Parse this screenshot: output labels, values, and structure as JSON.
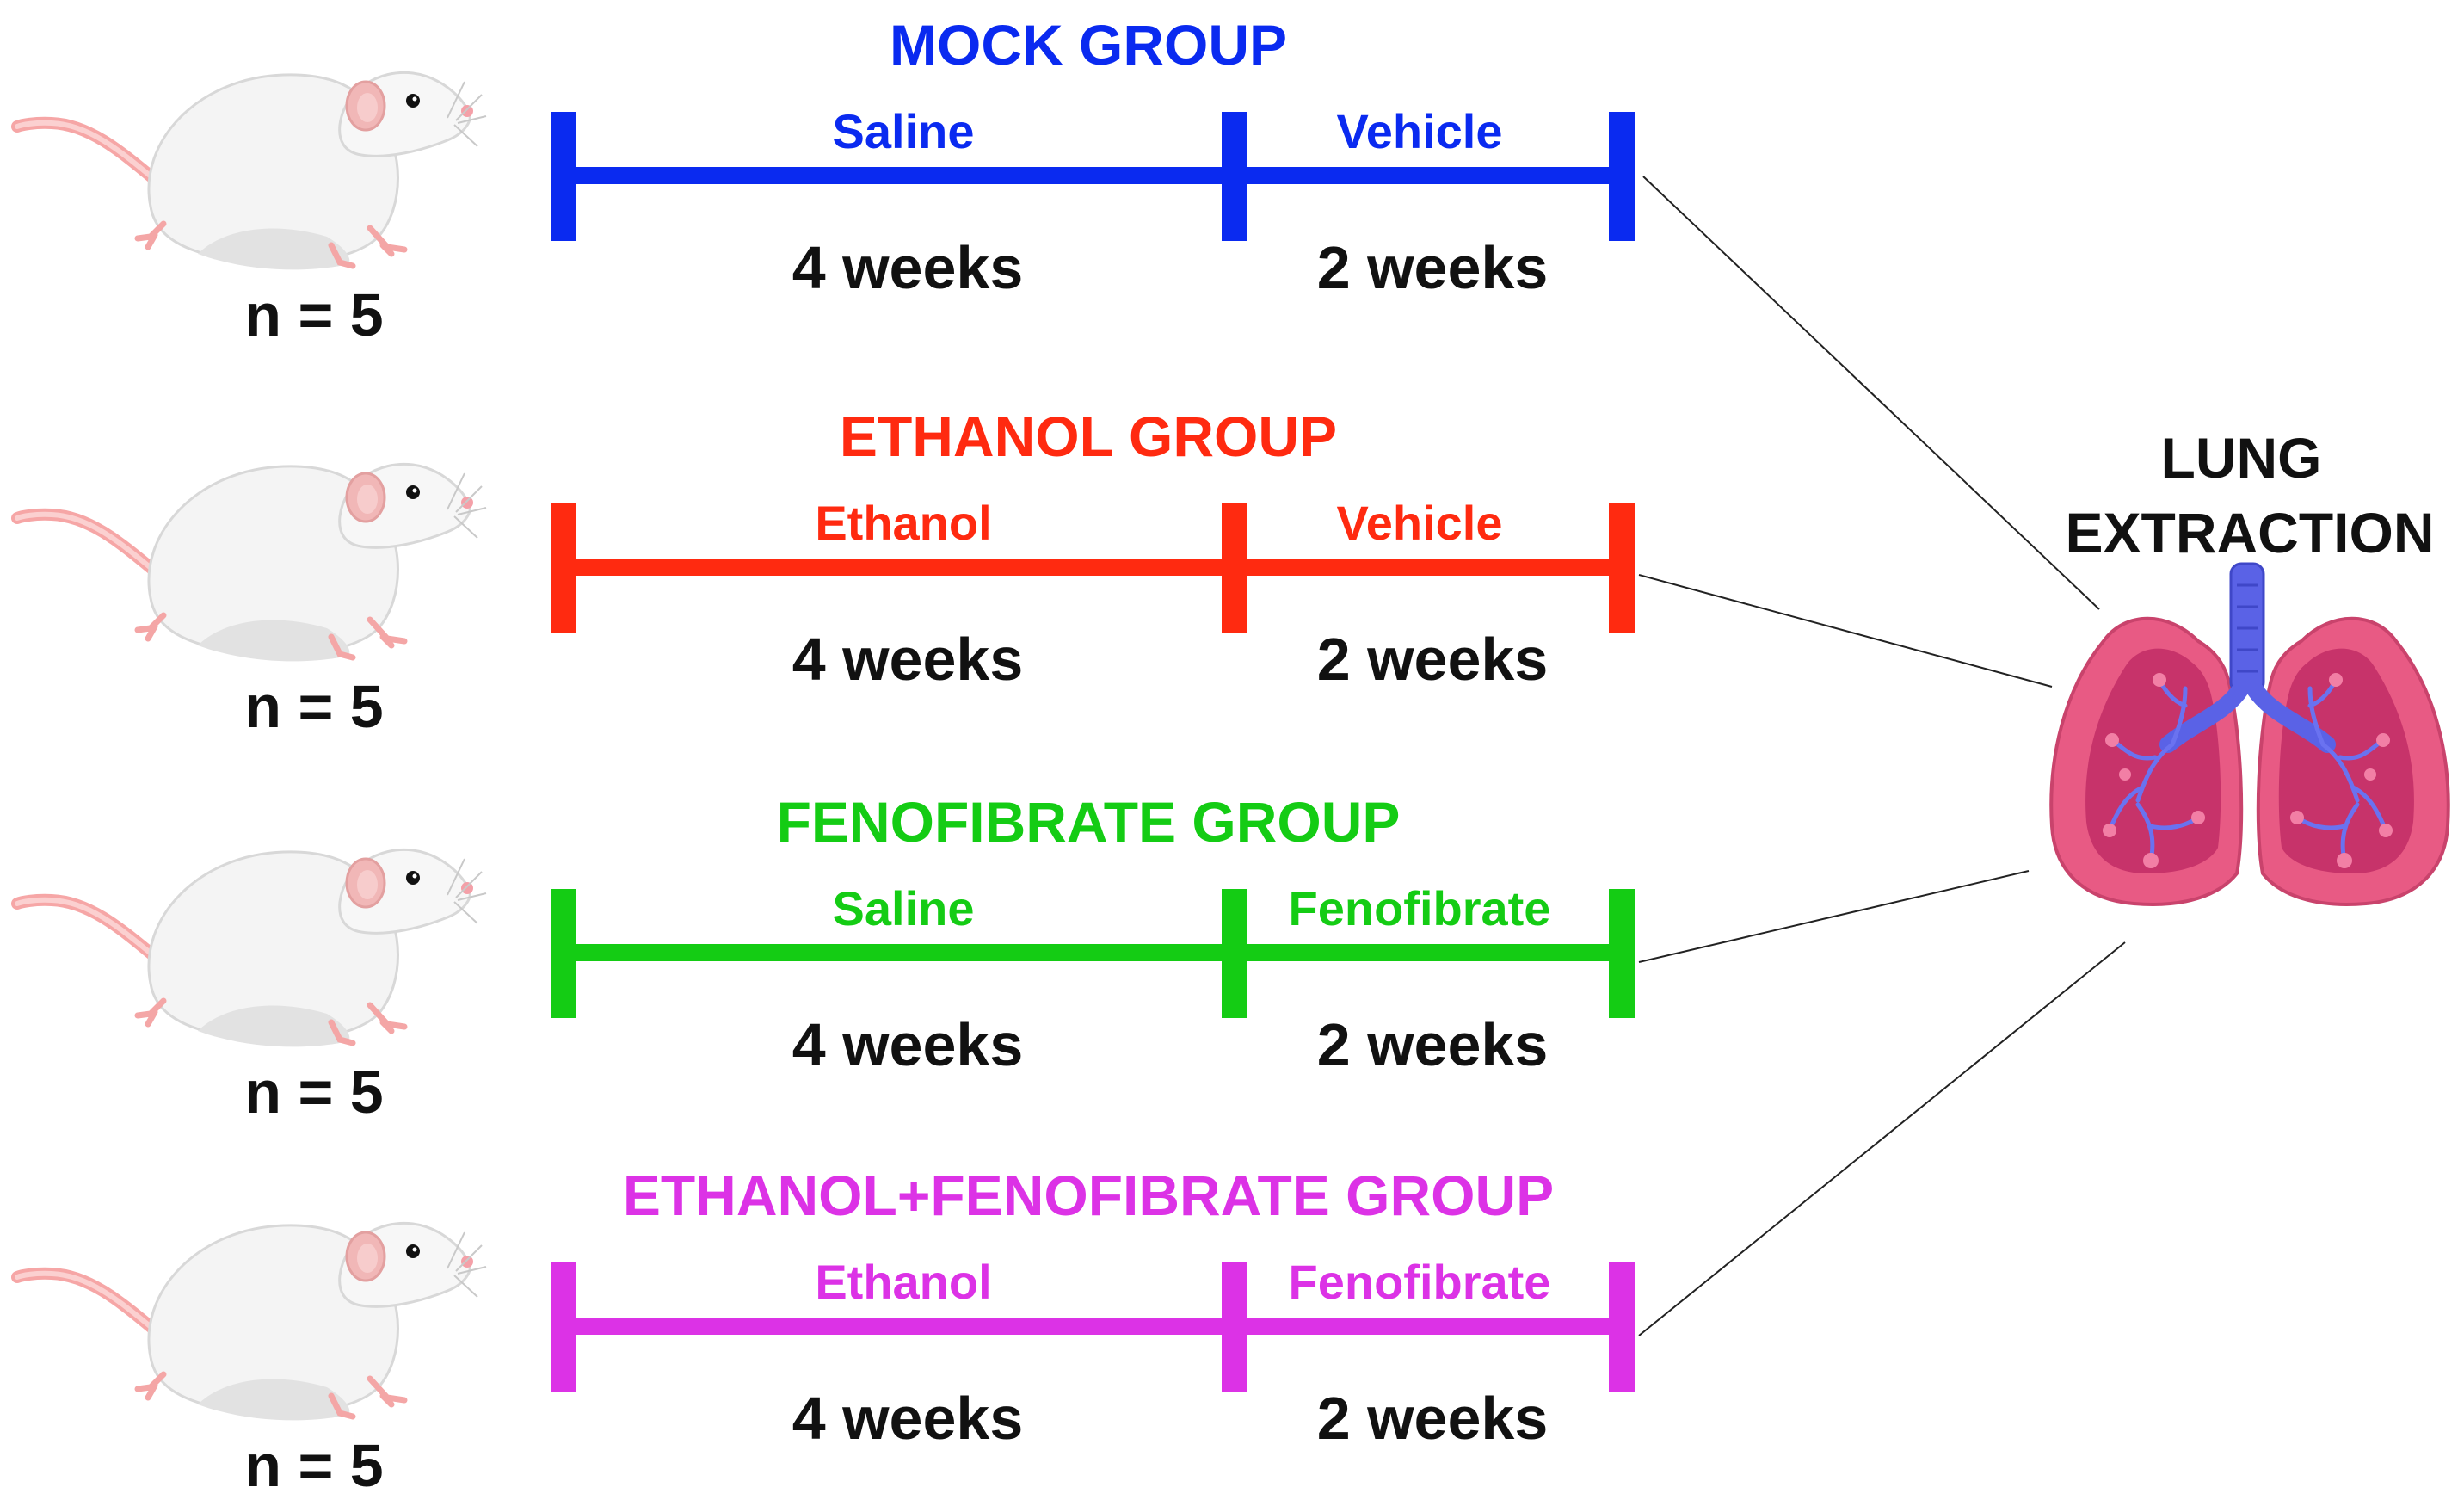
{
  "groups": [
    {
      "title": "MOCK GROUP",
      "color": "#0a2af0",
      "count_label": "n = 5",
      "phases": [
        {
          "label": "Saline",
          "duration": "4 weeks"
        },
        {
          "label": "Vehicle",
          "duration": "2 weeks"
        }
      ]
    },
    {
      "title": "ETHANOL GROUP",
      "color": "#ff2a10",
      "count_label": "n = 5",
      "phases": [
        {
          "label": "Ethanol",
          "duration": "4 weeks"
        },
        {
          "label": "Vehicle",
          "duration": "2 weeks"
        }
      ]
    },
    {
      "title": "FENOFIBRATE GROUP",
      "color": "#14cc14",
      "count_label": "n = 5",
      "phases": [
        {
          "label": "Saline",
          "duration": "4 weeks"
        },
        {
          "label": "Fenofibrate",
          "duration": "2 weeks"
        }
      ]
    },
    {
      "title": "ETHANOL+FENOFIBRATE GROUP",
      "color": "#dc32e6",
      "count_label": "n = 5",
      "phases": [
        {
          "label": "Ethanol",
          "duration": "4 weeks"
        },
        {
          "label": "Fenofibrate",
          "duration": "2 weeks"
        }
      ]
    }
  ],
  "outcome": {
    "line1": "LUNG",
    "line2": "EXTRACTION"
  },
  "icons": {
    "subject": "rat-icon",
    "organ": "lungs-icon"
  },
  "colors": {
    "lung_outer": "#e85a84",
    "lung_inner": "#c7336a",
    "airway": "#5a62e6"
  }
}
